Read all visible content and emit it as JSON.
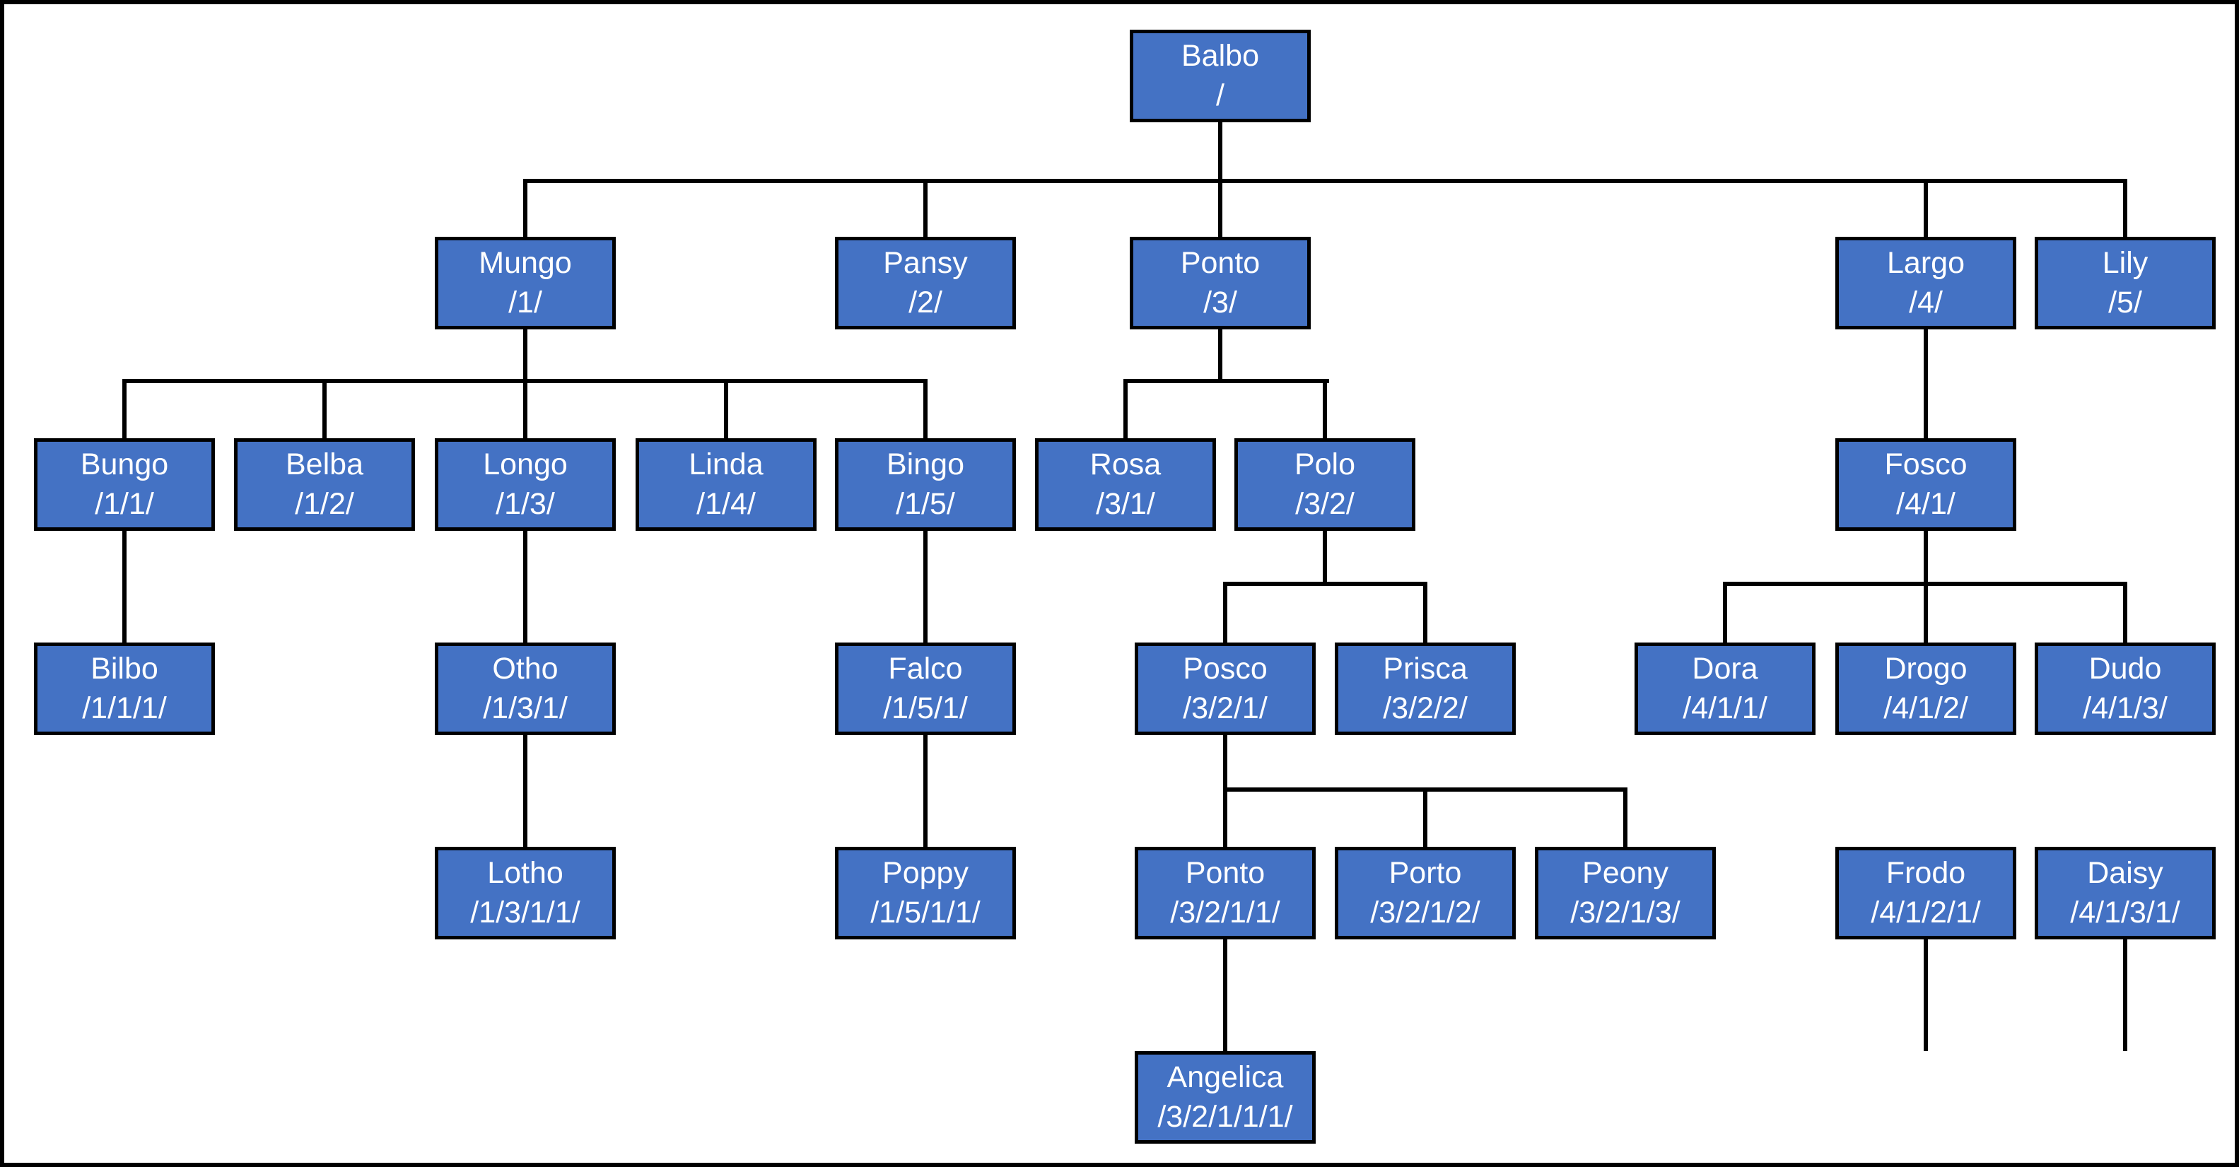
{
  "diagram": {
    "type": "family-tree-org-chart",
    "colors": {
      "node_fill": "#4472C4",
      "node_border": "#000000",
      "connector": "#000000",
      "node_text": "#FFFFFF",
      "background": "#FFFFFF",
      "frame": "#000000"
    }
  },
  "nodes": [
    {
      "name": "Balbo",
      "path": "/"
    },
    {
      "name": "Mungo",
      "path": "/1/"
    },
    {
      "name": "Pansy",
      "path": "/2/"
    },
    {
      "name": "Ponto",
      "path": "/3/"
    },
    {
      "name": "Largo",
      "path": "/4/"
    },
    {
      "name": "Lily",
      "path": "/5/"
    },
    {
      "name": "Bungo",
      "path": "/1/1/"
    },
    {
      "name": "Belba",
      "path": "/1/2/"
    },
    {
      "name": "Longo",
      "path": "/1/3/"
    },
    {
      "name": "Linda",
      "path": "/1/4/"
    },
    {
      "name": "Bingo",
      "path": "/1/5/"
    },
    {
      "name": "Rosa",
      "path": "/3/1/"
    },
    {
      "name": "Polo",
      "path": "/3/2/"
    },
    {
      "name": "Fosco",
      "path": "/4/1/"
    },
    {
      "name": "Bilbo",
      "path": "/1/1/1/"
    },
    {
      "name": "Otho",
      "path": "/1/3/1/"
    },
    {
      "name": "Falco",
      "path": "/1/5/1/"
    },
    {
      "name": "Posco",
      "path": "/3/2/1/"
    },
    {
      "name": "Prisca",
      "path": "/3/2/2/"
    },
    {
      "name": "Dora",
      "path": "/4/1/1/"
    },
    {
      "name": "Drogo",
      "path": "/4/1/2/"
    },
    {
      "name": "Dudo",
      "path": "/4/1/3/"
    },
    {
      "name": "Lotho",
      "path": "/1/3/1/1/"
    },
    {
      "name": "Poppy",
      "path": "/1/5/1/1/"
    },
    {
      "name": "Ponto",
      "path": "/3/2/1/1/"
    },
    {
      "name": "Porto",
      "path": "/3/2/1/2/"
    },
    {
      "name": "Peony",
      "path": "/3/2/1/3/"
    },
    {
      "name": "Frodo",
      "path": "/4/1/2/1/"
    },
    {
      "name": "Daisy",
      "path": "/4/1/3/1/"
    },
    {
      "name": "Angelica",
      "path": "/3/2/1/1/1/"
    }
  ]
}
